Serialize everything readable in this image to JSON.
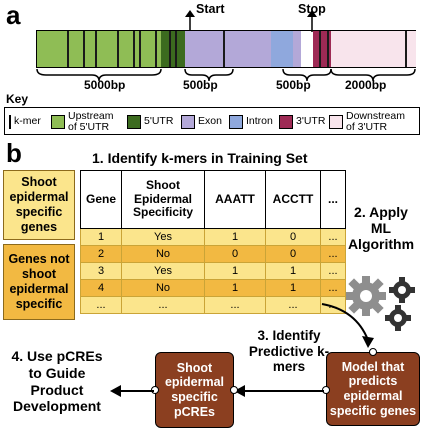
{
  "panel_a": {
    "letter": "a",
    "start_label": "Start",
    "stop_label": "Stop",
    "lengths": [
      "5000bp",
      "500bp",
      "500bp",
      "2000bp"
    ],
    "colors": {
      "upstream": "#8fbd55",
      "utr5": "#3c6b1f",
      "exon": "#b3a8d8",
      "intron": "#8fa8dd",
      "utr3": "#9e2a55",
      "downstream": "#f8e4ec"
    },
    "key_title": "Key",
    "key": [
      {
        "label": "k-mer"
      },
      {
        "label": "Upstream of 5'UTR"
      },
      {
        "label": "5'UTR"
      },
      {
        "label": "Exon"
      },
      {
        "label": "Intron"
      },
      {
        "label": "3'UTR"
      },
      {
        "label": "Downstream of 3'UTR"
      }
    ]
  },
  "panel_b": {
    "letter": "b",
    "step1": "1. Identify k-mers in Training Set",
    "step2": "2. Apply ML Algorithm",
    "step3": "3. Identify Predictive k-mers",
    "step4": "4. Use pCREs to Guide Product Development",
    "group_specific": "Shoot epidermal specific genes",
    "group_not": "Genes not shoot epidermal specific",
    "table": {
      "headers": [
        "Gene",
        "Shoot Epidermal Specificity",
        "AAATT",
        "ACCTT",
        "..."
      ],
      "rows": [
        [
          "1",
          "Yes",
          "1",
          "0",
          "..."
        ],
        [
          "2",
          "No",
          "0",
          "0",
          "..."
        ],
        [
          "3",
          "Yes",
          "1",
          "1",
          "..."
        ],
        [
          "4",
          "No",
          "1",
          "1",
          "..."
        ],
        [
          "...",
          "...",
          "...",
          "...",
          "..."
        ]
      ]
    },
    "model_box": "Model that predicts epidermal specific genes",
    "pcre_box": "Shoot epidermal specific pCREs",
    "colors": {
      "light_yellow": "#fbe58c",
      "dark_yellow": "#f2b942",
      "brown": "#8b3f20"
    }
  }
}
